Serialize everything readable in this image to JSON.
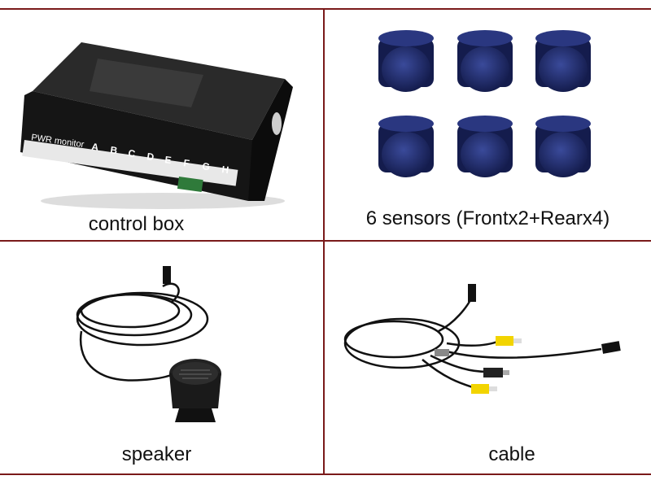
{
  "panels": [
    {
      "id": "control-box",
      "caption": "control box"
    },
    {
      "id": "sensors",
      "caption": "6 sensors (Frontx2+Rearx4)"
    },
    {
      "id": "speaker",
      "caption": "speaker"
    },
    {
      "id": "cable",
      "caption": "cable"
    }
  ],
  "control_box_labels": {
    "pwr_monitor": "PWR monitor",
    "ports": [
      "A",
      "B",
      "C",
      "D",
      "E",
      "F",
      "G",
      "H"
    ]
  },
  "colors": {
    "grid_line": "#7a1a1a",
    "sensor_blue": "#1f2a6b",
    "box_black": "#151515"
  }
}
